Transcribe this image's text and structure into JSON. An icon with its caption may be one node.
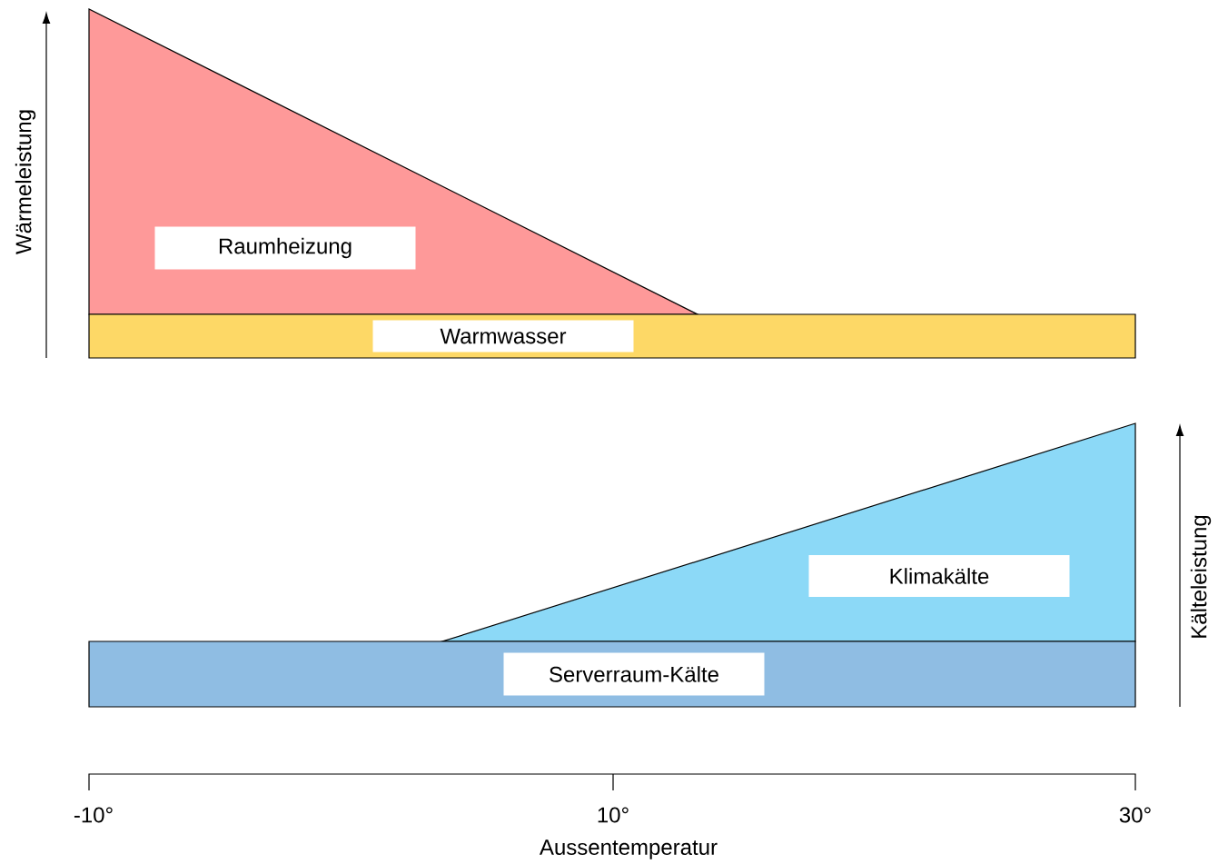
{
  "diagram": {
    "nodes": [
      {
        "text": [
          "Raumheizung"
        ]
      },
      {
        "text": [
          "Warmwasser"
        ]
      },
      {
        "text": [
          "Klimakälte"
        ]
      },
      {
        "text": [
          "Serverraum-Kälte"
        ]
      }
    ],
    "labels": [
      "Wärmeleistung",
      "Kälteleistung",
      "-10°",
      "10°",
      "30°",
      "Aussentemperatur"
    ]
  }
}
